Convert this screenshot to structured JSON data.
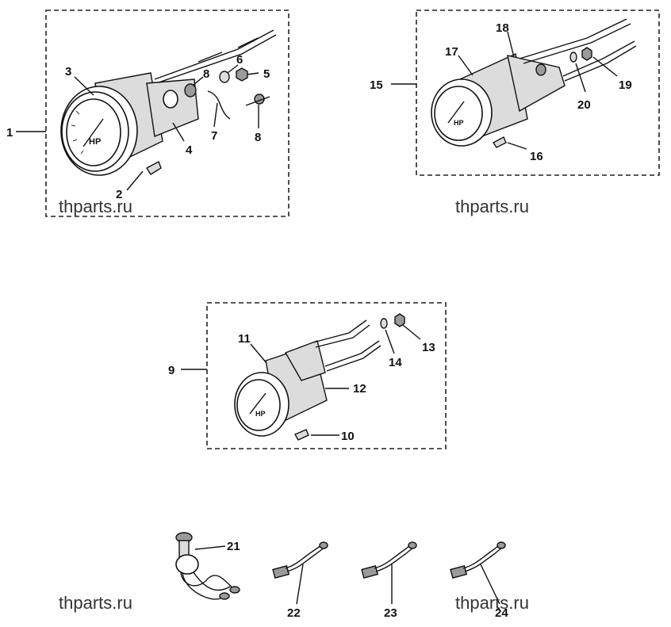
{
  "callouts": {
    "c1": "1",
    "c2": "2",
    "c3": "3",
    "c4": "4",
    "c5": "5",
    "c6": "6",
    "c7": "7",
    "c8a": "8",
    "c8b": "8",
    "c9": "9",
    "c10": "10",
    "c11": "11",
    "c12": "12",
    "c13": "13",
    "c14": "14",
    "c15": "15",
    "c16": "16",
    "c17": "17",
    "c18": "18",
    "c19": "19",
    "c20": "20",
    "c21": "21",
    "c22": "22",
    "c23": "23",
    "c24": "24"
  },
  "watermarks": {
    "wm1": "thparts.ru",
    "wm2": "thparts.ru",
    "wm3": "thparts.ru",
    "wm4": "thparts.ru"
  },
  "gauge_faces": {
    "g1": "HP",
    "g2": "HP",
    "g3": "HP"
  }
}
